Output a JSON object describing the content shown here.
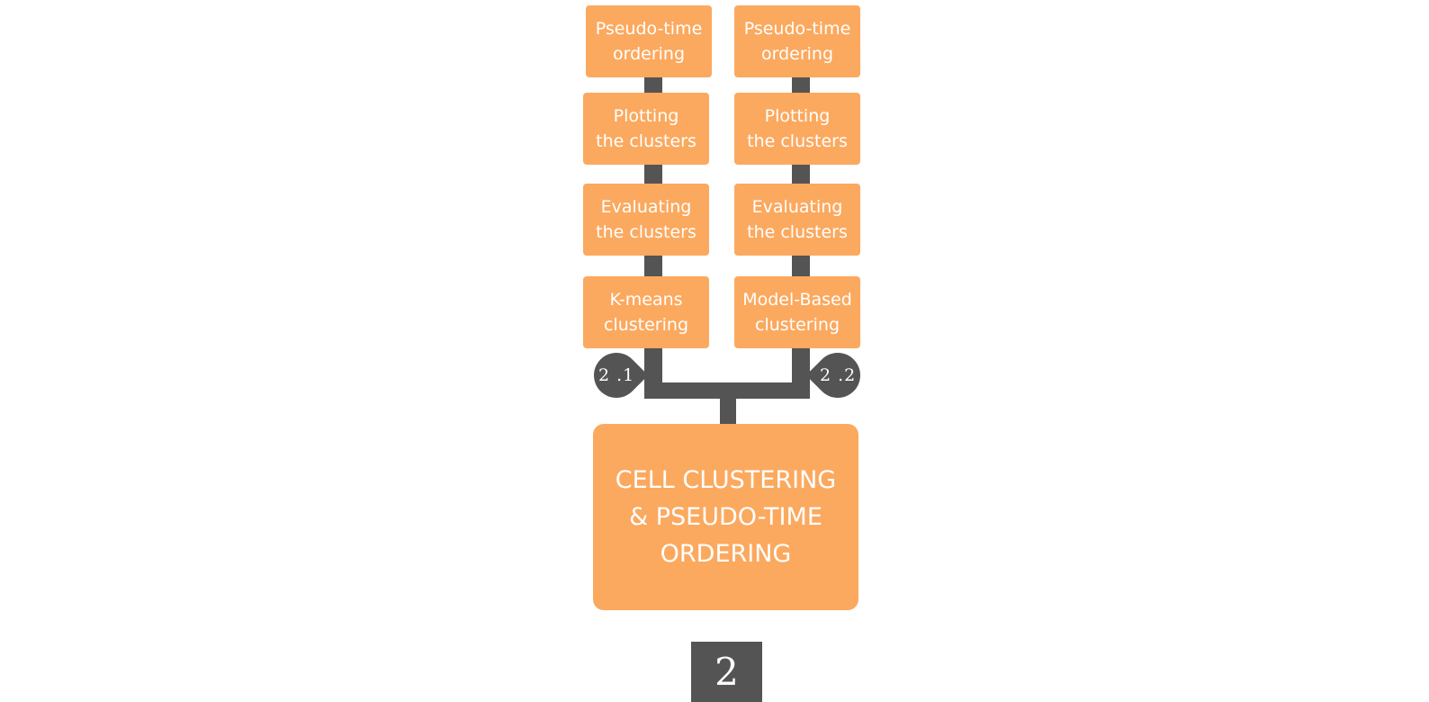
{
  "diagram": {
    "colors": {
      "box_fill": "#fba95f",
      "connector": "#545454",
      "text": "#ffffff"
    },
    "left_branch": {
      "marker": "2 .1",
      "steps": [
        "Pseudo-time\nordering",
        "Plotting\nthe clusters",
        "Evaluating\nthe clusters",
        "K-means\nclustering"
      ]
    },
    "right_branch": {
      "marker": "2 .2",
      "steps": [
        "Pseudo-time\nordering",
        "Plotting\nthe clusters",
        "Evaluating\nthe clusters",
        "Model-Based\nclustering"
      ]
    },
    "main_step": "CELL CLUSTERING\n& PSEUDO-TIME\nORDERING",
    "step_number": "2"
  }
}
